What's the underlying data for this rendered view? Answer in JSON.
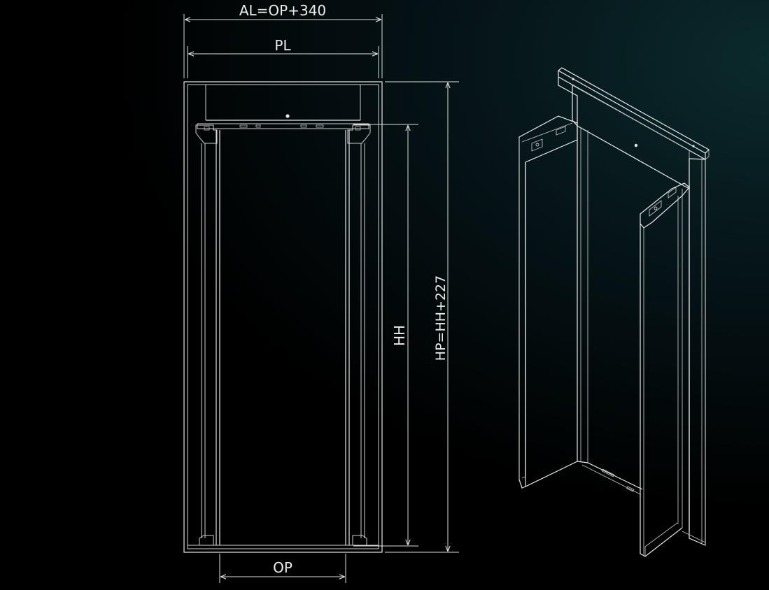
{
  "diagram": {
    "dimensions": {
      "al": "AL=OP+340",
      "pl": "PL",
      "hh": "HH",
      "hp": "HP=HH+227",
      "op": "OP"
    },
    "colors": {
      "background": "#000000",
      "line": "#e6e6e6",
      "glow": "#0b2a2c"
    }
  }
}
